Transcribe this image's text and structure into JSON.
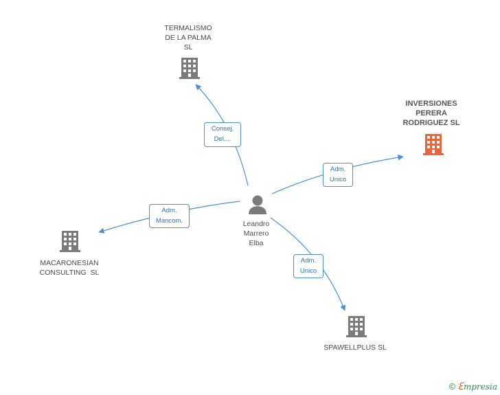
{
  "colors": {
    "edge": "#4a90d9",
    "building": "#7b7b7b",
    "building_highlight": "#e8663a",
    "person": "#7b7b7b"
  },
  "center": {
    "name_lines": [
      "Leandro",
      "Marrero",
      "Elba"
    ],
    "icon": "person-icon"
  },
  "companies": [
    {
      "id": "termalismo",
      "name_lines": [
        "TERMALISMO",
        "DE LA PALMA",
        "SL"
      ],
      "icon": "building-icon",
      "highlight": false
    },
    {
      "id": "inversiones",
      "name_lines": [
        "INVERSIONES",
        "PERERA",
        "RODRIGUEZ SL"
      ],
      "icon": "building-icon",
      "highlight": true
    },
    {
      "id": "macaronesian",
      "name_lines": [
        "MACARONESIAN",
        "CONSULTING  SL"
      ],
      "icon": "building-icon",
      "highlight": false
    },
    {
      "id": "spawellplus",
      "name_lines": [
        "SPAWELLPLUS SL"
      ],
      "icon": "building-icon",
      "highlight": false
    }
  ],
  "relations": [
    {
      "to": "termalismo",
      "label_lines": [
        "Consej.",
        "Del...."
      ]
    },
    {
      "to": "inversiones",
      "label_lines": [
        "Adm.",
        "Unico"
      ]
    },
    {
      "to": "macaronesian",
      "label_lines": [
        "Adm.",
        "Mancom."
      ]
    },
    {
      "to": "spawellplus",
      "label_lines": [
        "Adm.",
        "Unico"
      ]
    }
  ],
  "footer": {
    "copyright": "©",
    "brand_first": "ℇ",
    "brand_rest": "mpresia"
  }
}
